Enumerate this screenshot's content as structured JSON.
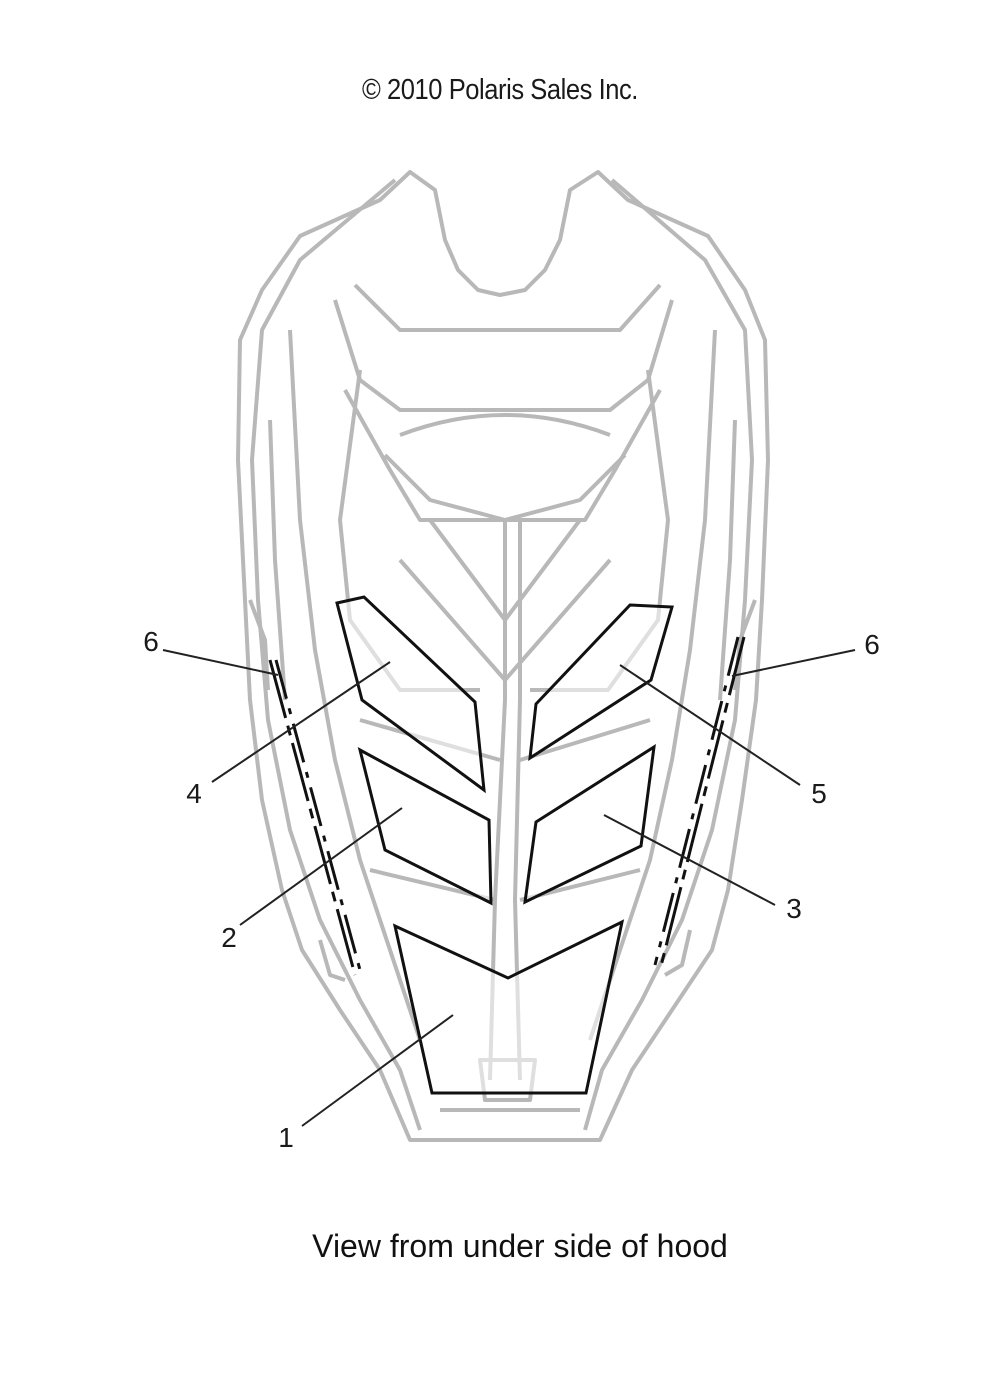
{
  "header": {
    "copyright": "© 2010 Polaris Sales Inc."
  },
  "diagram": {
    "caption": "View from under side of hood",
    "callouts": [
      {
        "id": "1",
        "label": "1"
      },
      {
        "id": "2",
        "label": "2"
      },
      {
        "id": "3",
        "label": "3"
      },
      {
        "id": "4",
        "label": "4"
      },
      {
        "id": "5",
        "label": "5"
      },
      {
        "id": "6L",
        "label": "6"
      },
      {
        "id": "6R",
        "label": "6"
      }
    ],
    "colors": {
      "hood_outline": "#b4b4b4",
      "decal_outline": "#111111",
      "leader_line": "#222222"
    }
  }
}
